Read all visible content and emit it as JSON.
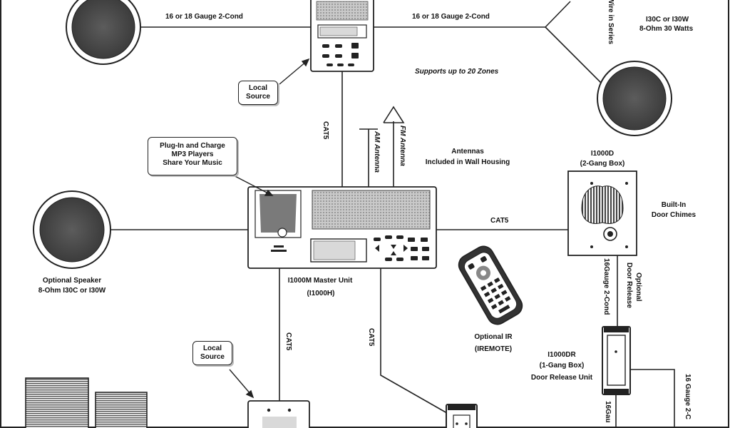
{
  "labels": {
    "wire_top_left": "16 or 18 Gauge 2-Cond",
    "wire_top_right": "16 or 18 Gauge 2-Cond",
    "wire_in_series": "Wire in Series",
    "speaker_top_right": "I30C or I30W",
    "speaker_top_right_2": "8-Ohm 30 Watts",
    "supports_zones": "Supports up to 20 Zones",
    "local_source_top_1": "Local",
    "local_source_top_2": "Source",
    "cat5_top": "CAT5",
    "am_antenna": "AM Antenna",
    "fm_antenna": "FM Antenna",
    "antennas_1": "Antennas",
    "antennas_2": "Included in Wall Housing",
    "plugin_1": "Plug-In and Charge",
    "plugin_2": "MP3 Players",
    "plugin_3": "Share Your Music",
    "i1000d_1": "I1000D",
    "i1000d_2": "(2-Gang Box)",
    "builtin_1": "Built-In",
    "builtin_2": "Door Chimes",
    "cat5_right": "CAT5",
    "optional_speaker_1": "Optional Speaker",
    "optional_speaker_2": "8-Ohm I30C or I30W",
    "master_1": "I1000M Master Unit",
    "master_2": "(I1000H)",
    "gauge_vertical": "16Gauge 2-Cond",
    "optional_door_release_1": "Optional",
    "optional_door_release_2": "Door Release",
    "optional_ir_1": "Optional IR",
    "optional_ir_2": "(IREMOTE)",
    "i1000dr_1": "I1000DR",
    "i1000dr_2": "(1-Gang Box)",
    "i1000dr_3": "Door Release Unit",
    "cat5_bottom_left": "CAT5",
    "cat5_bottom_mid": "CAT5",
    "local_source_bottom_1": "Local",
    "local_source_bottom_2": "Source",
    "gauge_bottom_1": "16Gau",
    "gauge_bottom_2": "16 Gauge 2-C"
  }
}
